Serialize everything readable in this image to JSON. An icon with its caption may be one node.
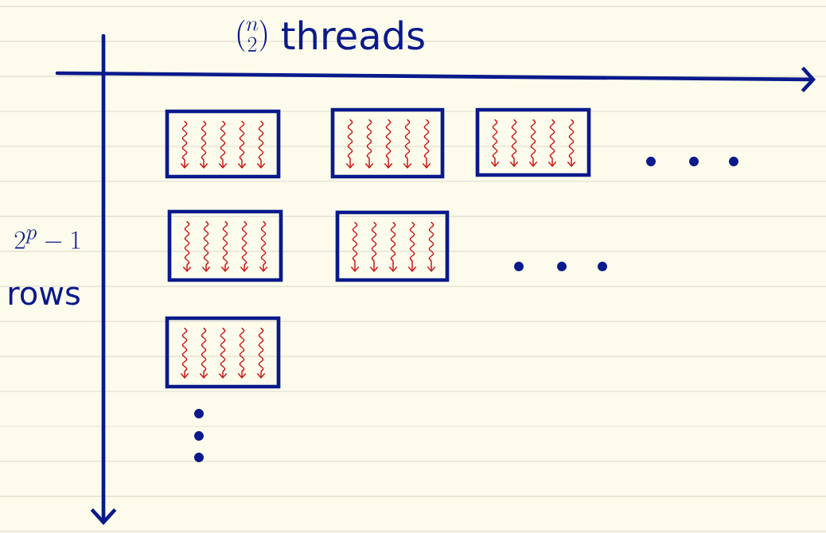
{
  "diagram": {
    "nodes": [
      {
        "text": [],
        "shape": "box"
      },
      {
        "text": [],
        "shape": "box"
      },
      {
        "text": [],
        "shape": "box"
      },
      {
        "text": [],
        "shape": "box"
      },
      {
        "text": [],
        "shape": "box"
      },
      {
        "text": [],
        "shape": "box"
      }
    ],
    "edges": [],
    "labels": [
      "\\binom{n}{2}",
      "threads",
      "2^{p}-1",
      "rows"
    ]
  }
}
